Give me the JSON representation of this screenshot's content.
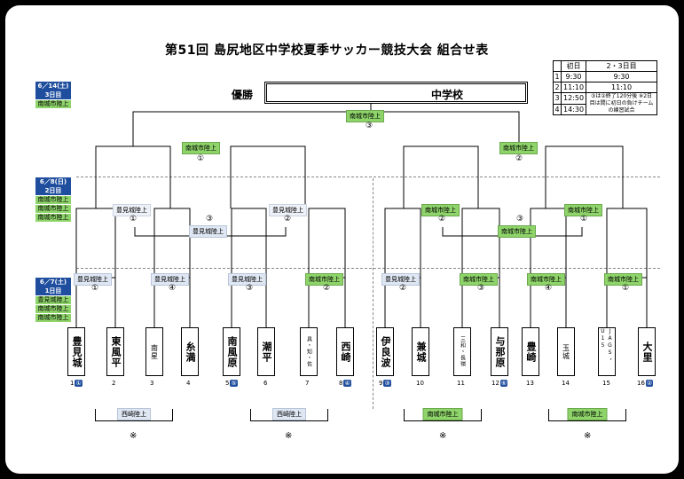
{
  "title": "第51回 島尻地区中学校夏季サッカー競技大会 組合せ表",
  "champion": {
    "label": "優勝",
    "name": "中学校"
  },
  "days": [
    {
      "date": "6／14(土)",
      "day": "3日目",
      "venues": [
        "南城市陸上"
      ]
    },
    {
      "date": "6／8(日)",
      "day": "2日目",
      "venues": [
        "南城市陸上",
        "南城市陸上",
        "南城市陸上"
      ]
    },
    {
      "date": "6／7(土)",
      "day": "1日目",
      "venues": [
        "豊見城陸上",
        "南城市陸上",
        "南城市陸上"
      ]
    }
  ],
  "schedule": {
    "headers": [
      "初日",
      "2・3日目"
    ],
    "rows": [
      {
        "n": "1",
        "day1": "9:30",
        "day23": "9:30"
      },
      {
        "n": "2",
        "day1": "11:10",
        "day23": "11:10"
      },
      {
        "n": "3",
        "day1": "12:50",
        "day23": ""
      },
      {
        "n": "4",
        "day1": "14:30",
        "day23": ""
      }
    ],
    "note": "③は②終了120分後 ※2日目は間に初日の負けチームの練習試合"
  },
  "final": {
    "venue": "南城市陸上",
    "slot": "③"
  },
  "semis": [
    {
      "venue": "南城市陸上",
      "slot": "①"
    },
    {
      "venue": "南城市陸上",
      "slot": "②"
    }
  ],
  "day2": {
    "quarters": [
      {
        "venue": "豊見城陸上",
        "slot": "①"
      },
      {
        "venue": "豊見城陸上",
        "slot": "②"
      },
      {
        "venue": "南城市陸上",
        "slot": "②"
      },
      {
        "venue": "南城市陸上",
        "slot": "①"
      }
    ],
    "extra": [
      {
        "slot": "③",
        "venue": "豊見城陸上"
      },
      {
        "slot": "③",
        "venue": "南城市陸上"
      }
    ]
  },
  "day1": [
    {
      "venue": "豊見城陸上",
      "slot": "①"
    },
    {
      "venue": "豊見城陸上",
      "slot": "④"
    },
    {
      "venue": "豊見城陸上",
      "slot": "③"
    },
    {
      "venue": "南城市陸上",
      "slot": "②"
    },
    {
      "venue": "豊見城陸上",
      "slot": "②"
    },
    {
      "venue": "南城市陸上",
      "slot": "③"
    },
    {
      "venue": "南城市陸上",
      "slot": "④"
    },
    {
      "venue": "南城市陸上",
      "slot": "①"
    }
  ],
  "teams": [
    {
      "n": "1",
      "name": "豊見城",
      "seed": "①"
    },
    {
      "n": "2",
      "name": "東風平",
      "seed": ""
    },
    {
      "n": "3",
      "name": "南星",
      "seed": ""
    },
    {
      "n": "4",
      "name": "糸満",
      "seed": ""
    },
    {
      "n": "5",
      "name": "南風原",
      "seed": "⑤"
    },
    {
      "n": "6",
      "name": "潮平",
      "seed": ""
    },
    {
      "n": "7",
      "name": "具・知・佐",
      "seed": ""
    },
    {
      "n": "8",
      "name": "西崎",
      "seed": "④"
    },
    {
      "n": "9",
      "name": "伊良波",
      "seed": "③"
    },
    {
      "n": "10",
      "name": "兼城",
      "seed": ""
    },
    {
      "n": "11",
      "name": "三和・長嶺",
      "seed": ""
    },
    {
      "n": "12",
      "name": "与那原",
      "seed": "⑥"
    },
    {
      "n": "13",
      "name": "豊崎",
      "seed": ""
    },
    {
      "n": "14",
      "name": "玉城",
      "seed": ""
    },
    {
      "n": "15",
      "name": "JAGS・U15",
      "seed": ""
    },
    {
      "n": "16",
      "name": "大里",
      "seed": "②"
    }
  ],
  "consolation": [
    {
      "venue": "西崎陸上",
      "mark": "※"
    },
    {
      "venue": "西崎陸上",
      "mark": "※"
    },
    {
      "venue": "南城市陸上",
      "mark": "※"
    },
    {
      "venue": "南城市陸上",
      "mark": "※"
    }
  ],
  "colors": {
    "accent": "#1f4e9e",
    "venue_green": "#8ed46a"
  }
}
